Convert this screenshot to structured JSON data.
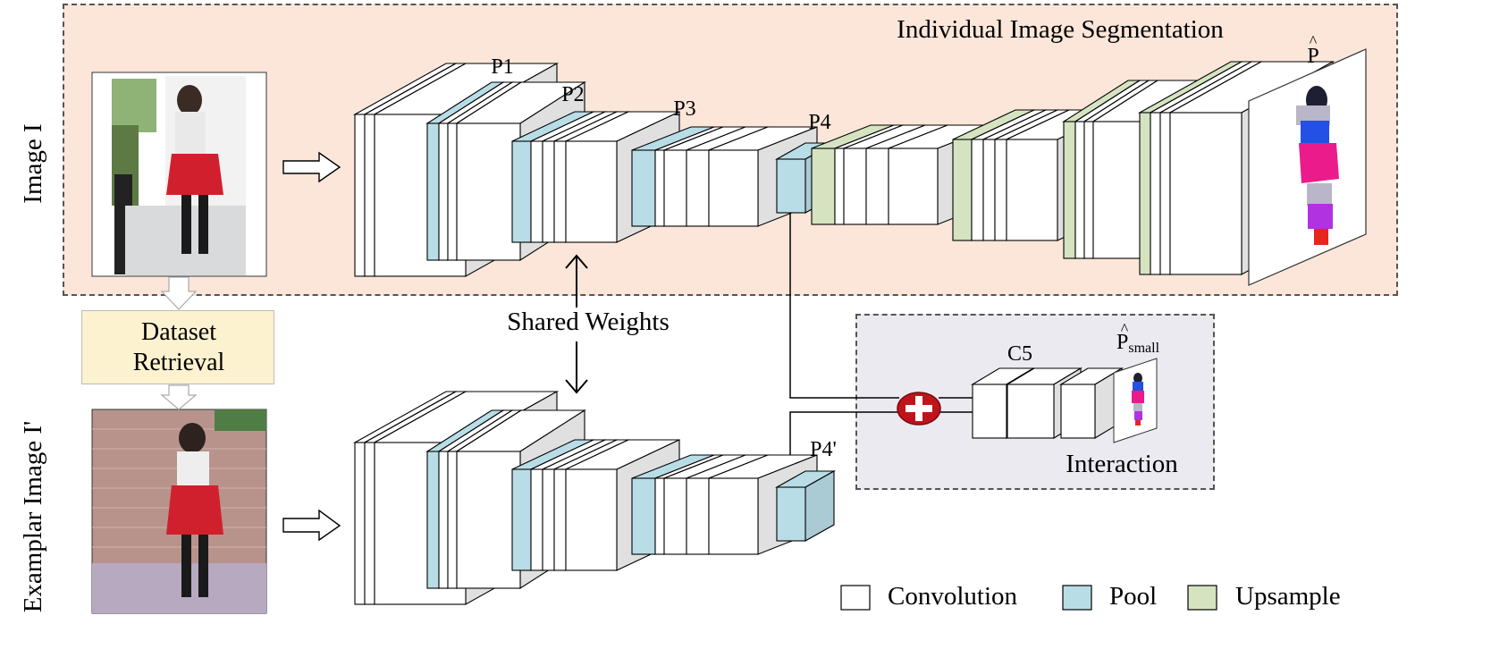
{
  "panel_title": "Individual Image Segmentation",
  "row_labels": {
    "top": "Image I",
    "bottom": "Examplar Image I'"
  },
  "retrieval": {
    "line1": "Dataset",
    "line2": "Retrieval"
  },
  "shared_weights": "Shared Weights",
  "stage_labels": {
    "p1": "P1",
    "p2": "P2",
    "p3": "P3",
    "p4": "P4",
    "p4_prime": "P4'",
    "c5": "C5"
  },
  "outputs": {
    "p_hat": "P",
    "p_small_base": "P",
    "p_small_sub": "small"
  },
  "interaction_title": "Interaction",
  "legend": [
    {
      "label": "Convolution",
      "color": "#ffffff"
    },
    {
      "label": "Pool",
      "color": "#b9dde6"
    },
    {
      "label": "Upsample",
      "color": "#d5e3c0"
    }
  ],
  "colors": {
    "panel_bg": "#fbe6d9",
    "interaction_bg": "#eceaf1",
    "retrieval_bg": "#fdf2cf",
    "pool": "#b9dde6",
    "upsample": "#d5e3c0",
    "plus_red": "#c0141c"
  },
  "icons": {
    "plus": "plus-circle-icon",
    "arrow": "hollow-right-arrow-icon"
  }
}
